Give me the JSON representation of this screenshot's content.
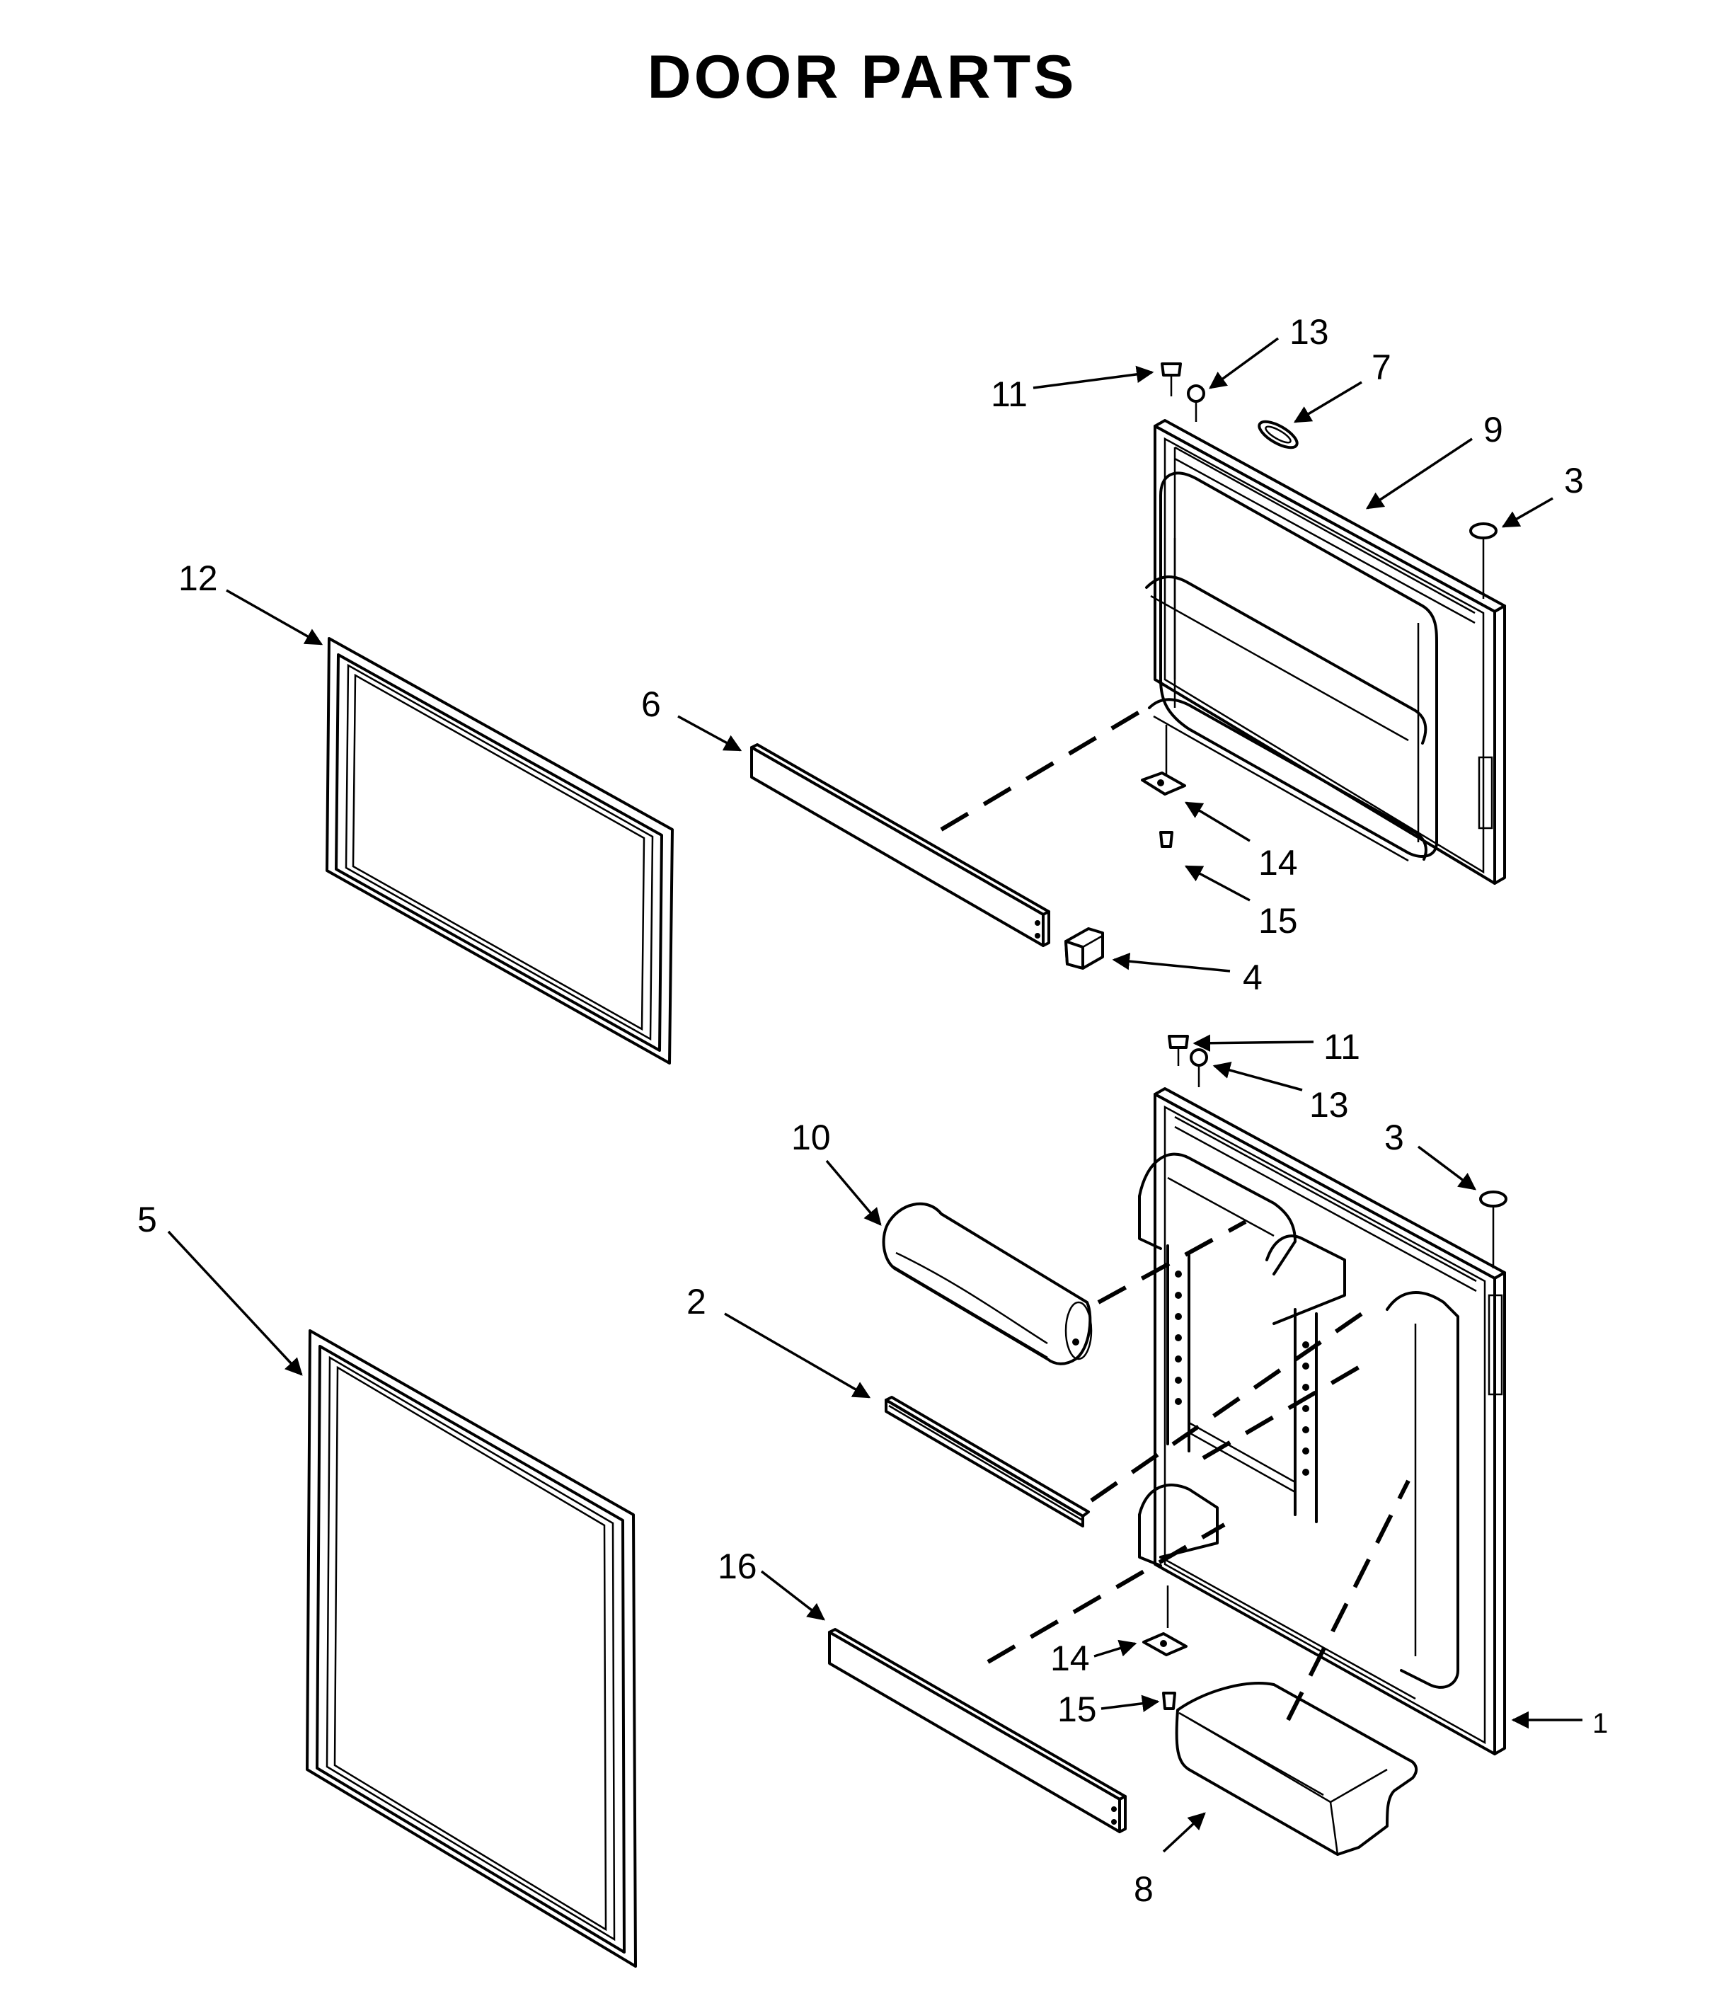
{
  "title": "DOOR PARTS",
  "callouts": [
    {
      "id": "c-11-top",
      "label": "11"
    },
    {
      "id": "c-13-top",
      "label": "13"
    },
    {
      "id": "c-7",
      "label": "7"
    },
    {
      "id": "c-9",
      "label": "9"
    },
    {
      "id": "c-3-top",
      "label": "3"
    },
    {
      "id": "c-12",
      "label": "12"
    },
    {
      "id": "c-6",
      "label": "6"
    },
    {
      "id": "c-14-top",
      "label": "14"
    },
    {
      "id": "c-15-top",
      "label": "15"
    },
    {
      "id": "c-4",
      "label": "4"
    },
    {
      "id": "c-11-bottom",
      "label": "11"
    },
    {
      "id": "c-13-bottom",
      "label": "13"
    },
    {
      "id": "c-3-bottom",
      "label": "3"
    },
    {
      "id": "c-10",
      "label": "10"
    },
    {
      "id": "c-5",
      "label": "5"
    },
    {
      "id": "c-2",
      "label": "2"
    },
    {
      "id": "c-16",
      "label": "16"
    },
    {
      "id": "c-14-bottom",
      "label": "14"
    },
    {
      "id": "c-15-bottom",
      "label": "15"
    },
    {
      "id": "c-1",
      "label": "1"
    },
    {
      "id": "c-8",
      "label": "8"
    }
  ]
}
